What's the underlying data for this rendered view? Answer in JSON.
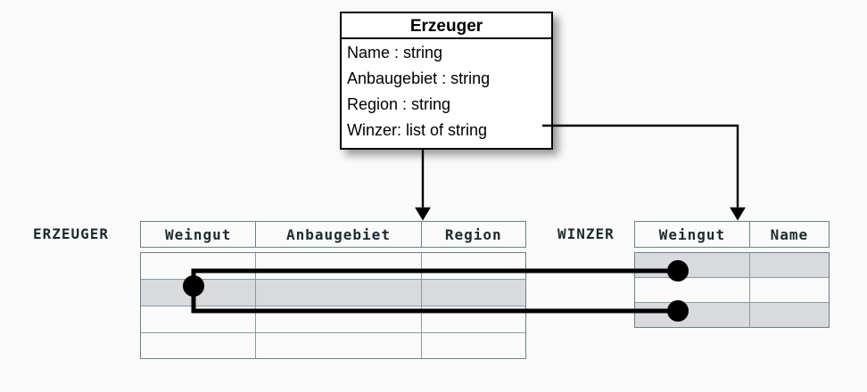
{
  "diagram": {
    "title_text": "Erzeuger",
    "uml_class": {
      "name": "Erzeuger",
      "attributes": [
        "Name : string",
        "Anbaugebiet : string",
        "Region : string",
        "Winzer: list of string"
      ]
    },
    "tables": [
      {
        "label": "ERZEUGER",
        "columns": [
          "Weingut",
          "Anbaugebiet",
          "Region"
        ],
        "row_count": 4,
        "highlighted_rows": [
          1
        ],
        "cells": [
          [
            "",
            "",
            ""
          ],
          [
            "",
            "",
            ""
          ],
          [
            "",
            "",
            ""
          ],
          [
            "",
            "",
            ""
          ]
        ]
      },
      {
        "label": "WINZER",
        "columns": [
          "Weingut",
          "Name"
        ],
        "row_count": 3,
        "highlighted_rows": [
          0,
          2
        ],
        "cells": [
          [
            "",
            ""
          ],
          [
            "",
            ""
          ],
          [
            "",
            ""
          ]
        ]
      }
    ],
    "colors": {
      "background": "#fafafa",
      "highlight_row": "#d9dade",
      "table_border": "#6e7f85",
      "row_divider": "#8b9aa0",
      "connector": "#000000",
      "class_box_border": "#000000",
      "class_box_fill": "#ffffff",
      "label_text": "#1d2b30"
    },
    "connector_labels": {
      "mapping_arrow_left": "Erzeuger to ERZEUGER table",
      "mapping_arrow_right": "Winzer attribute to WINZER table",
      "join_link": "ERZEUGER.Weingut to WINZER.Weingut"
    }
  }
}
